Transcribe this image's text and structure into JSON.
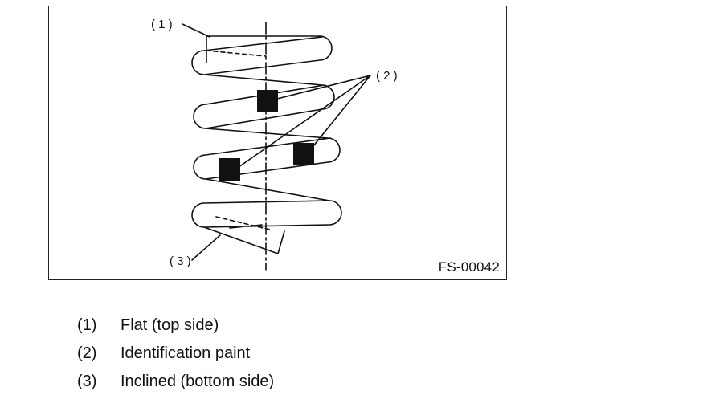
{
  "figure": {
    "code": "FS-00042",
    "callouts": {
      "c1": "( 1 )",
      "c2": "( 2 )",
      "c3": "( 3 )"
    }
  },
  "legend": [
    {
      "num": "(1)",
      "text": "Flat (top side)"
    },
    {
      "num": "(2)",
      "text": "Identification paint"
    },
    {
      "num": "(3)",
      "text": "Inclined (bottom side)"
    }
  ]
}
